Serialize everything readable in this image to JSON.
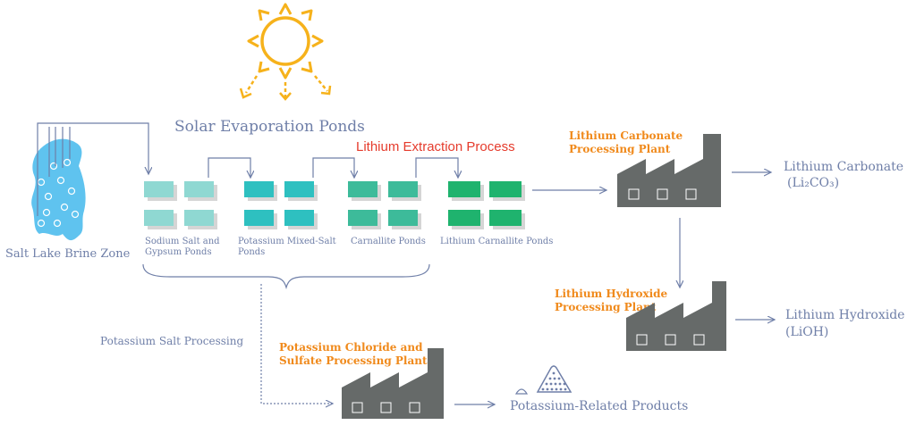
{
  "titles": {
    "solar": "Solar Evaporation Ponds",
    "lithium_process": "Lithium Extraction Process",
    "brine_zone": "Salt Lake Brine Zone",
    "potassium_processing": "Potassium Salt Processing"
  },
  "ponds": [
    {
      "label_line1": "Sodium Salt and",
      "label_line2": "Gypsum Ponds",
      "color": "#8fd8d2"
    },
    {
      "label_line1": "Potassium Mixed-Salt",
      "label_line2": "Ponds",
      "color": "#2ec0c0"
    },
    {
      "label_line1": "Carnallite Ponds",
      "label_line2": "",
      "color": "#3dbb9a"
    },
    {
      "label_line1": "Lithium Carnallite Ponds",
      "label_line2": "",
      "color": "#1fb36e"
    }
  ],
  "plants": {
    "carbonate": {
      "line1": "Lithium Carbonate",
      "line2": "Processing Plant"
    },
    "hydroxide": {
      "line1": "Lithium Hydroxide",
      "line2": "Processing Plant"
    },
    "potassium": {
      "line1": "Potassium Chloride and",
      "line2": "Sulfate Processing Plant"
    }
  },
  "outputs": {
    "carbonate": {
      "line1": "Lithium Carbonate",
      "line2": "(Li₂CO₃)"
    },
    "hydroxide": {
      "line1": "Lithium Hydroxide",
      "line2": "(LiOH)"
    },
    "potassium": "Potassium-Related Products"
  },
  "colors": {
    "arrow": "#6f7fa8",
    "sun": "#f6b21b",
    "plant_label": "#f08a1c",
    "process_title": "#e53b2c",
    "factory": "#666a69",
    "lake": "#5fc3ef",
    "text": "#6f7fa8"
  }
}
